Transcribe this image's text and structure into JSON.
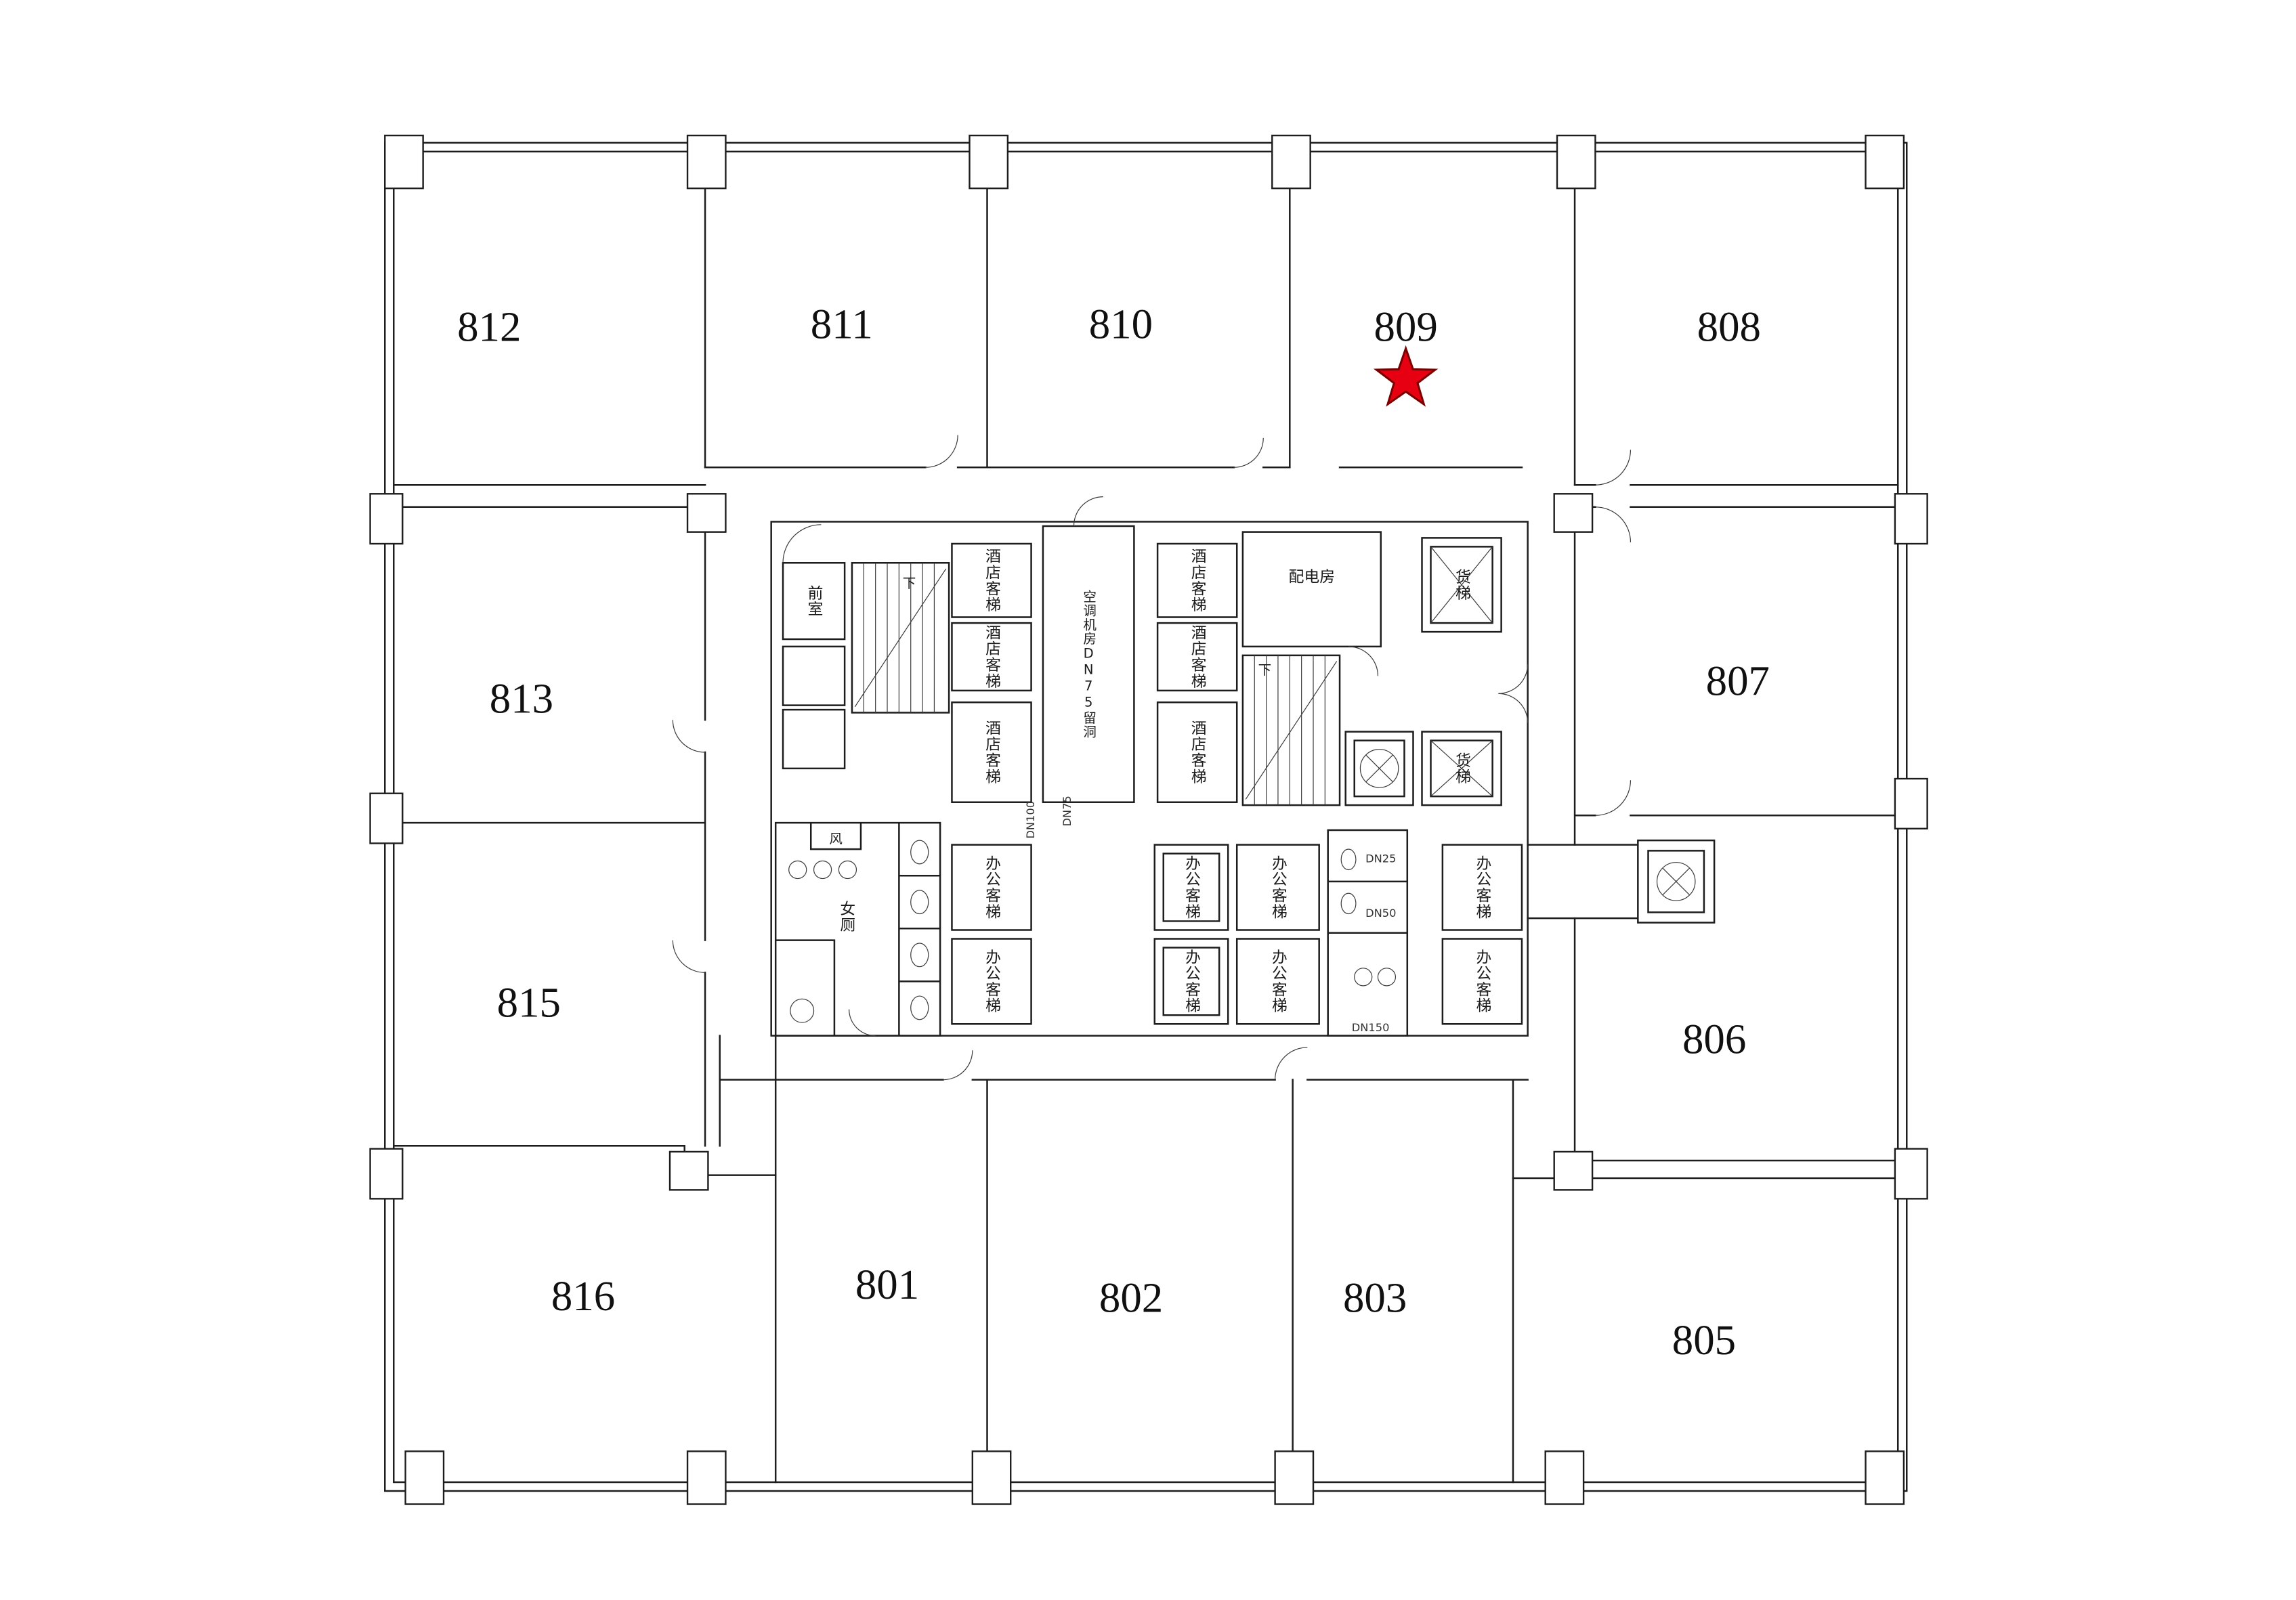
{
  "drawing": {
    "type": "architectural-floor-plan",
    "rooms": {
      "r812": "812",
      "r811": "811",
      "r810": "810",
      "r809": "809",
      "r808": "808",
      "r813": "813",
      "r815": "815",
      "r807": "807",
      "r806": "806",
      "r816": "816",
      "r801": "801",
      "r802": "802",
      "r803": "803",
      "r805": "805"
    },
    "core_labels": {
      "vestibule": "前室",
      "hotel_elevator": "酒店客梯",
      "office_elevator": "办公客梯",
      "freight_elevator": "货梯",
      "power_distribution_room": "配电房",
      "ac_plant_room": "空调机房DN75留洞",
      "womens_toilet": "女厕",
      "air_shaft": "风",
      "stair_down": "下"
    },
    "pipe_labels": {
      "dn25": "DN25",
      "dn50": "DN50",
      "dn75": "DN75",
      "dn100": "DN100",
      "dn150": "DN150"
    },
    "marker": {
      "shape": "five-pointed-star",
      "room": "809",
      "fill": "#e60012",
      "outline": "#7a0000"
    }
  }
}
